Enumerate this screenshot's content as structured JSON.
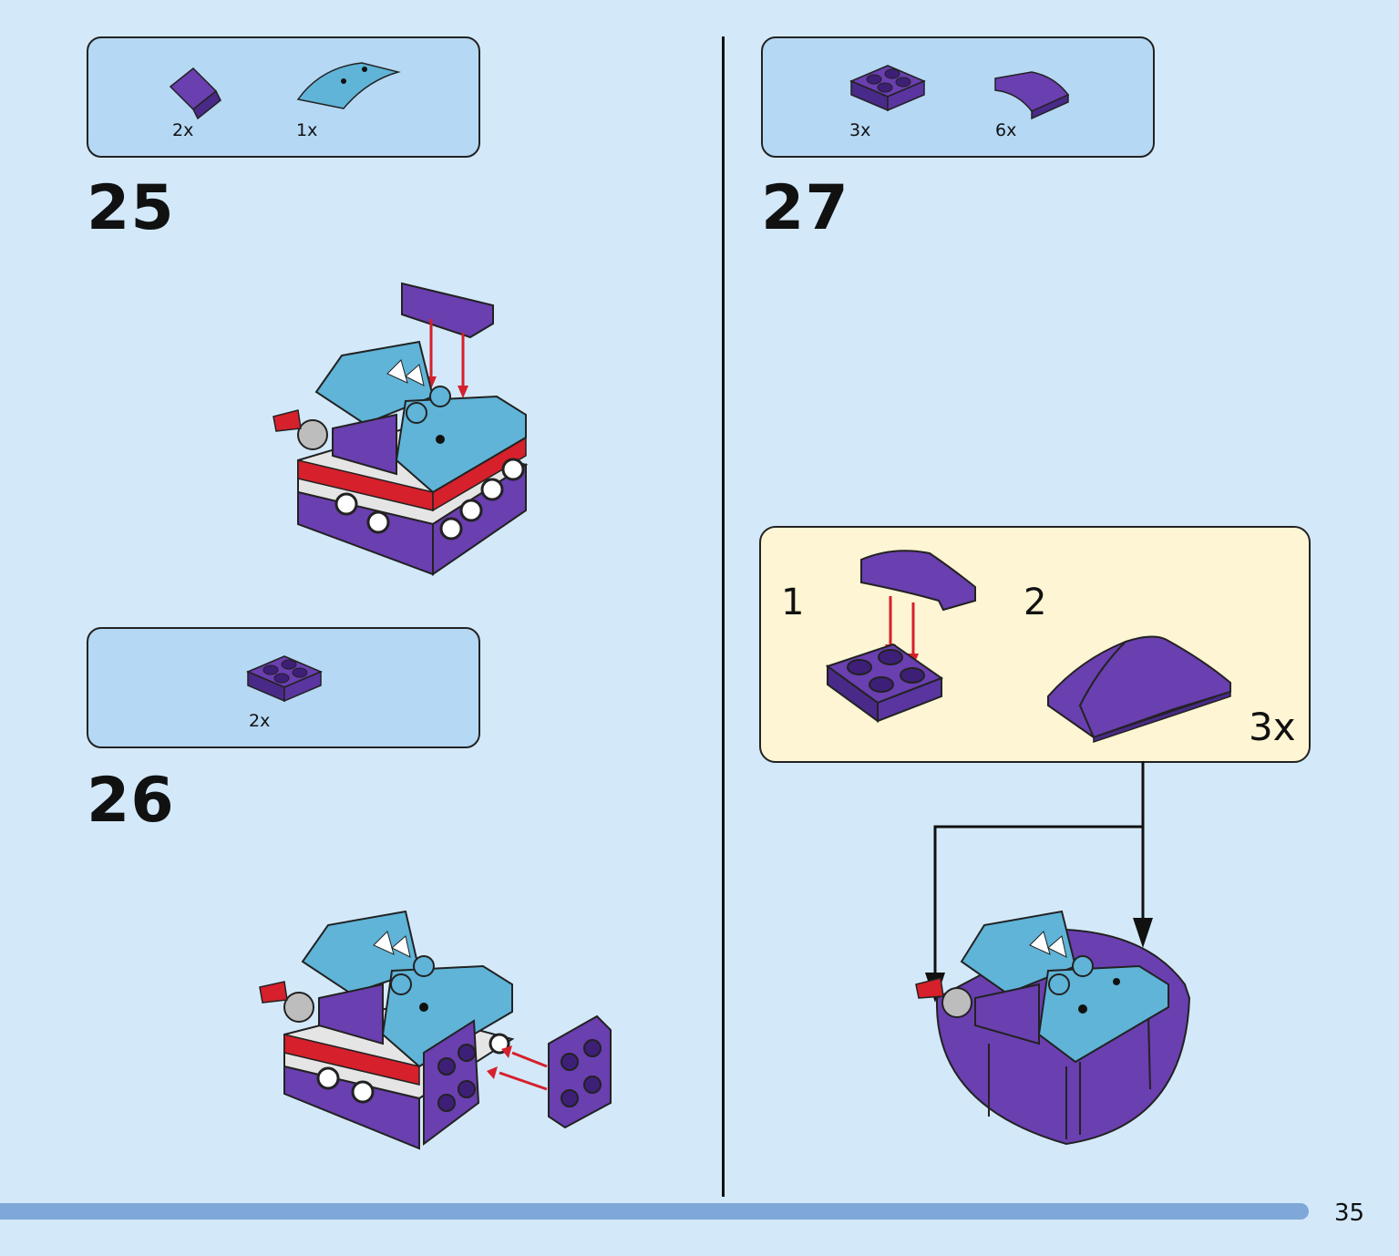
{
  "steps": [
    {
      "number": "25",
      "parts": [
        {
          "icon": "purple-slope-brick-icon",
          "qty": "2x"
        },
        {
          "icon": "light-blue-curved-arch-icon",
          "qty": "1x"
        }
      ]
    },
    {
      "number": "26",
      "parts": [
        {
          "icon": "purple-2x2-plate-icon",
          "qty": "2x"
        }
      ]
    },
    {
      "number": "27",
      "parts": [
        {
          "icon": "purple-2x2-plate-icon",
          "qty": "3x"
        },
        {
          "icon": "purple-curved-slope-icon",
          "qty": "6x"
        }
      ]
    }
  ],
  "callout": {
    "sub_step_1": "1",
    "sub_step_2": "2",
    "multiplier": "3x"
  },
  "colors": {
    "background": "#d3e9fa",
    "parts_box": "#b5d8f4",
    "callout_bg": "#fdf5d3",
    "purple": "#6a3fb0",
    "light_blue": "#5fb4d8",
    "red": "#d6202b",
    "accent_bar": "#7fa7d8"
  },
  "page_number": "35"
}
